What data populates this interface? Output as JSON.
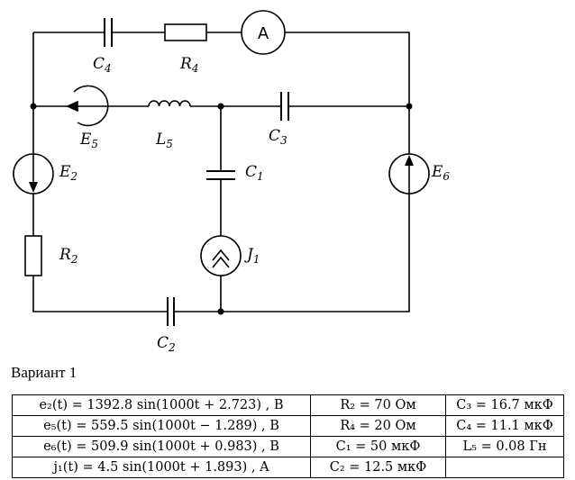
{
  "circuit": {
    "labels": {
      "C4": {
        "letter": "C",
        "sub": "4"
      },
      "R4": {
        "letter": "R",
        "sub": "4"
      },
      "A": "A",
      "E5": {
        "letter": "E",
        "sub": "5"
      },
      "L5": {
        "letter": "L",
        "sub": "5"
      },
      "C3": {
        "letter": "C",
        "sub": "3"
      },
      "E2": {
        "letter": "E",
        "sub": "2"
      },
      "C1": {
        "letter": "C",
        "sub": "1"
      },
      "E6": {
        "letter": "E",
        "sub": "6"
      },
      "R2": {
        "letter": "R",
        "sub": "2"
      },
      "J1": {
        "letter": "J",
        "sub": "1"
      },
      "C2": {
        "letter": "C",
        "sub": "2"
      }
    }
  },
  "variant_title": "Вариант 1",
  "table": {
    "rows": [
      [
        "e₂(t) = 1392.8 sin(1000t + 2.723) , B",
        "R₂ = 70 Ом",
        "C₃ = 16.7 мкФ"
      ],
      [
        "e₅(t) = 559.5 sin(1000t − 1.289) , B",
        "R₄ = 20 Ом",
        "C₄ = 11.1 мкФ"
      ],
      [
        "e₆(t) = 509.9 sin(1000t + 0.983) , B",
        "C₁ = 50 мкФ",
        "L₅ = 0.08 Гн"
      ],
      [
        "j₁(t) = 4.5 sin(1000t + 1.893) , A",
        "C₂ = 12.5 мкФ",
        ""
      ]
    ]
  }
}
